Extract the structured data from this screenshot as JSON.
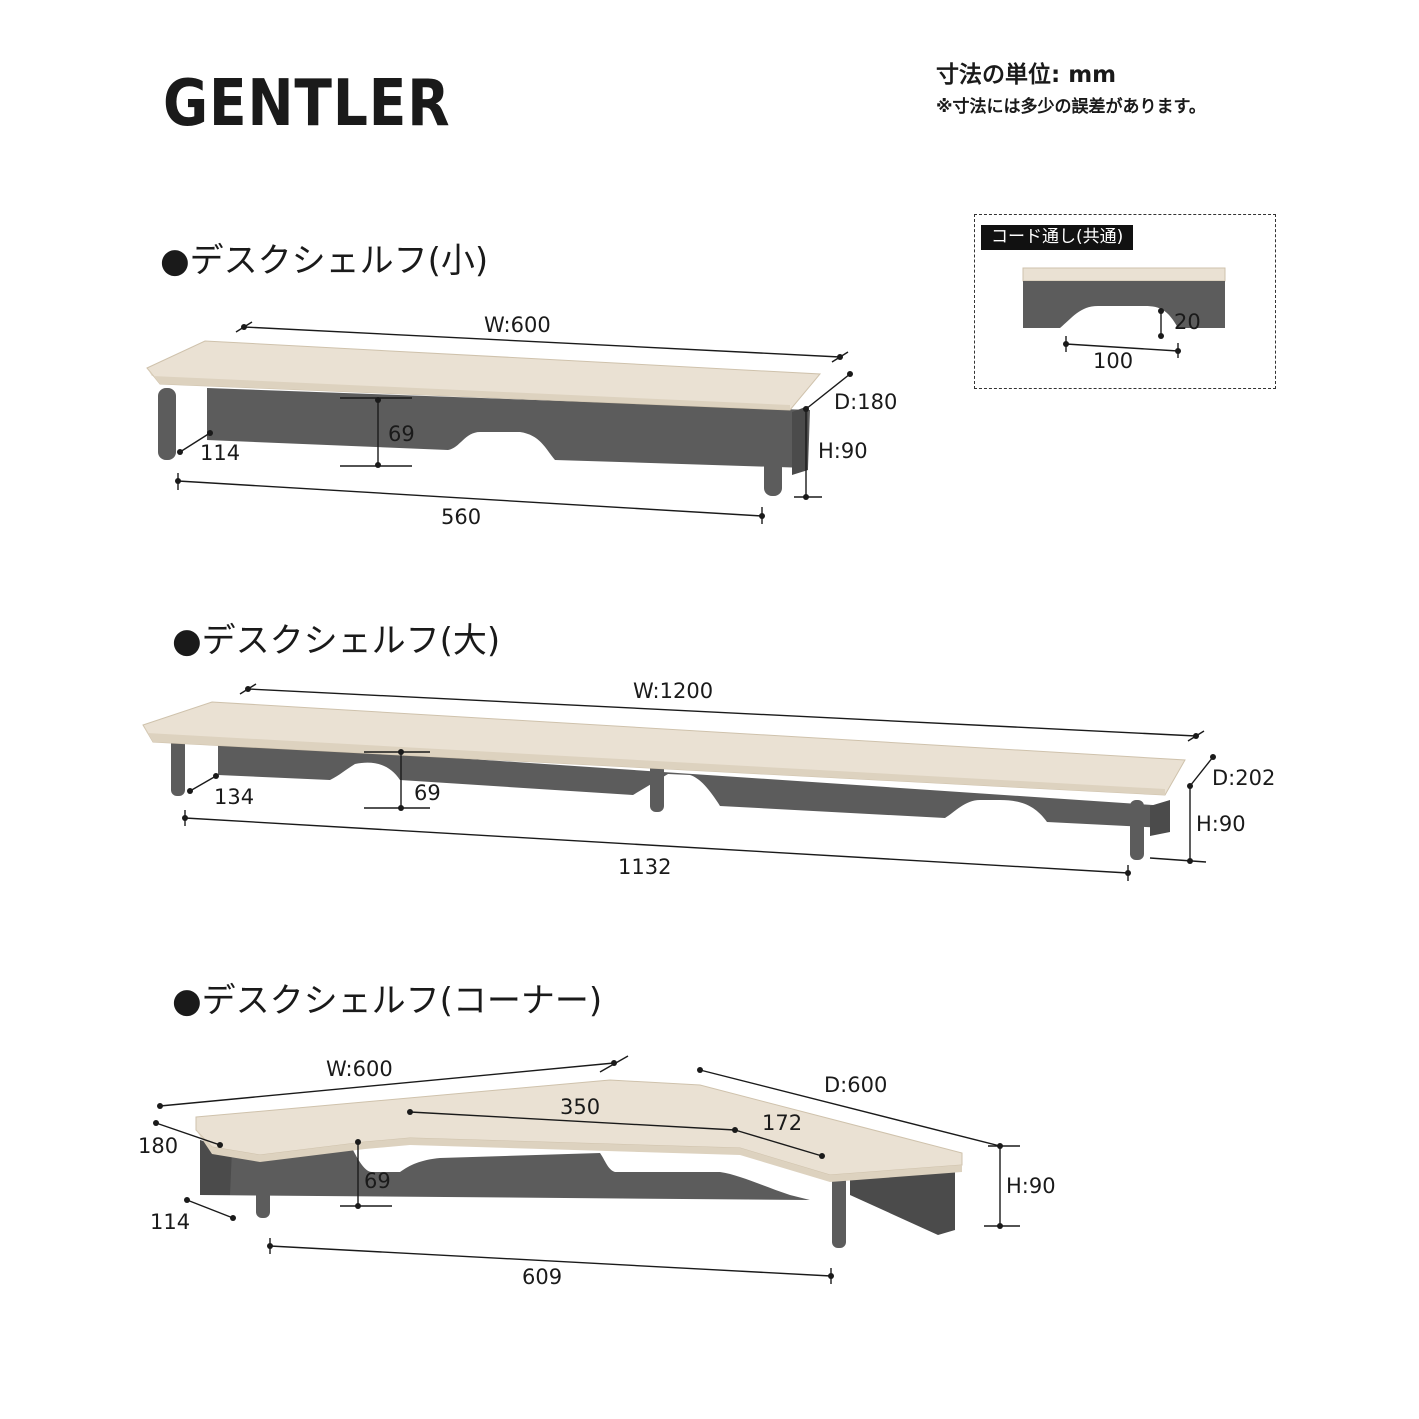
{
  "brand": "GENTLER",
  "unit_text": "寸法の単位: mm",
  "note_text": "※寸法には多少の誤差があります。",
  "cord": {
    "label": "コード通し(共通)",
    "dims": {
      "depth": "20",
      "width": "100"
    }
  },
  "sections": [
    {
      "title": "●デスクシェルフ(小)",
      "dims": {
        "w": "W:600",
        "d": "D:180",
        "h": "H:90",
        "leg_inset": "114",
        "clearance": "69",
        "leg_span": "560"
      }
    },
    {
      "title": "●デスクシェルフ(大)",
      "dims": {
        "w": "W:1200",
        "d": "D:202",
        "h": "H:90",
        "leg_inset": "134",
        "clearance": "69",
        "leg_span": "1132"
      }
    },
    {
      "title": "●デスクシェルフ(コーナー)",
      "dims": {
        "w": "W:600",
        "d": "D:600",
        "h": "H:90",
        "depth_left": "180",
        "leg_inset": "114",
        "clearance": "69",
        "inner": "350",
        "inner_right": "172",
        "leg_span": "609"
      }
    }
  ],
  "colors": {
    "wood": "#eae1d3",
    "wood_edge": "#d8ccb8",
    "metal": "#5a5a5a",
    "metal_dark": "#4a4a4a"
  }
}
